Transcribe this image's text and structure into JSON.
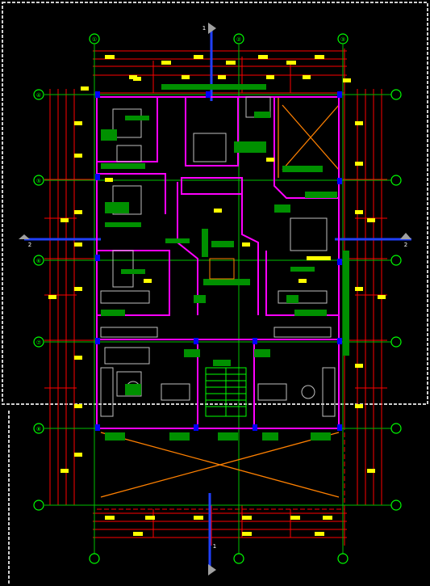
{
  "drawing": {
    "type": "cad-floor-plan",
    "background": "#000000",
    "colors": {
      "wall": "#ff00ff",
      "dimension": "#ff0000",
      "grid": "#00ff00",
      "section": "#0000ff",
      "tag": "#ffff00",
      "label_fill": "#008000",
      "furniture": "#bfbfbf",
      "accent": "#ff8000"
    },
    "grid_bubbles": [
      {
        "text": "①"
      },
      {
        "text": "②"
      },
      {
        "text": "③"
      },
      {
        "text": "④"
      },
      {
        "text": "⑤"
      },
      {
        "text": "⑥"
      },
      {
        "text": "⑦"
      },
      {
        "text": "⑧"
      }
    ],
    "section_marks": [
      {
        "text": "1"
      },
      {
        "text": "1"
      },
      {
        "text": "2"
      },
      {
        "text": "2"
      }
    ]
  }
}
